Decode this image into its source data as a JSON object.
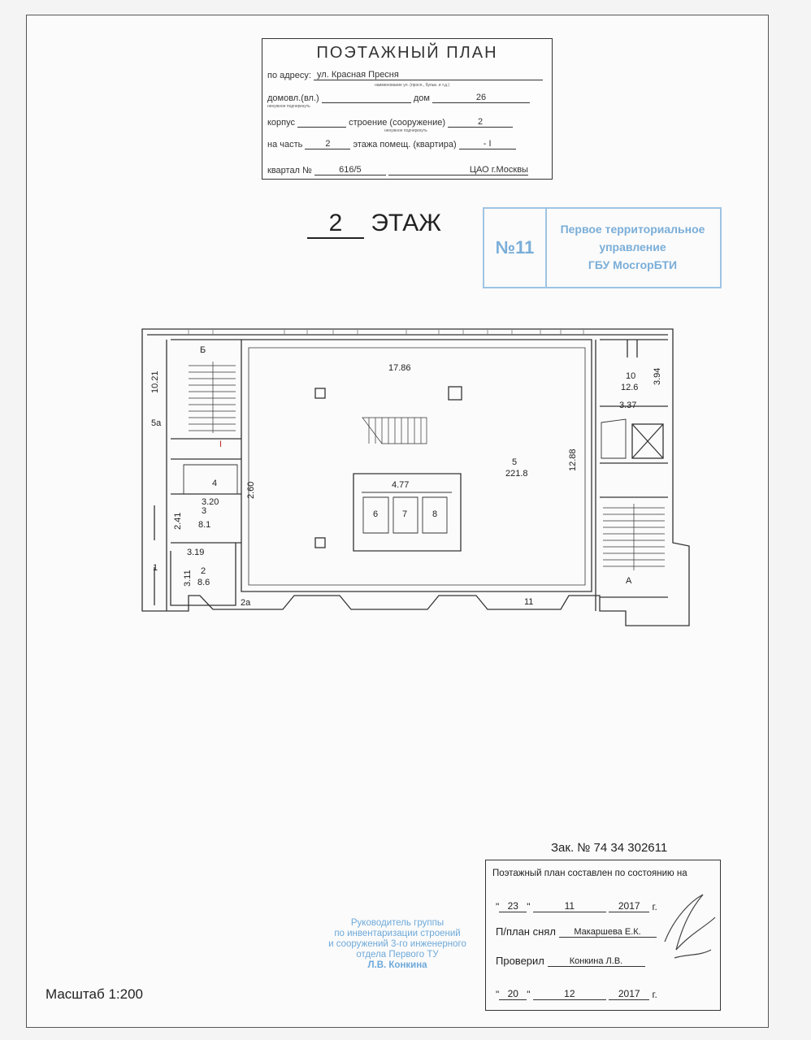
{
  "title_block": {
    "title": "ПОЭТАЖНЫЙ ПЛАН",
    "address_label": "по адресу:",
    "address_value": "ул. Красная Пресня",
    "address_hint": "наименование ул. (просп., бульв. и т.д.)",
    "domovl_label": "домовл.(вл.)",
    "domovl_hint": "ненужное подчеркнуть",
    "dom_label": "дом",
    "dom_value": "26",
    "korpus_label": "корпус",
    "stroenie_label": "строение (сооружение)",
    "stroenie_value": "2",
    "stroenie_hint": "ненужное подчеркнуть",
    "part_label": "на часть",
    "part_value": "2",
    "floor_premises_label": "этажа помещ. (квартира)",
    "floor_premises_value": "- I",
    "kvartal_label": "квартал №",
    "kvartal_value": "616/5",
    "district": "ЦАО г.Москвы"
  },
  "floor_heading": {
    "number": "2",
    "label": "ЭТАЖ"
  },
  "stamp": {
    "number": "№11",
    "line1": "Первое территориальное",
    "line2": "управление",
    "line3": "ГБУ МосгорБТИ"
  },
  "plan": {
    "labels": {
      "room_5_len": "17.86",
      "room_5_num": "5",
      "room_5_area": "221.8",
      "room_5_h": "12.88",
      "inner_len": "4.77",
      "r6": "6",
      "r7": "7",
      "r8": "8",
      "stair_b": "Б",
      "stair_a": "А",
      "dim_1021": "10.21",
      "r5a": "5а",
      "mark_I": "I",
      "r4": "4",
      "dim_320": "3.20",
      "dim_260": "2.60",
      "r3": "3",
      "r3_area": "8.1",
      "dim_241": "2.41",
      "dim_319": "3.19",
      "r1": "1",
      "dim_311": "3.11",
      "r2": "2",
      "r2_area": "8.6",
      "r2a": "2а",
      "r11": "11",
      "r10": "10",
      "r10_area": "12.6",
      "dim_394": "3.94",
      "dim_337": "3.37"
    }
  },
  "order": "Зак. № 74 34 302611",
  "signoff": {
    "header": "Поэтажный план составлен по состоянию на",
    "date1_day": "23",
    "date1_month": "11",
    "date1_year": "2017",
    "date_suffix": "г.",
    "taken_label": "П/план снял",
    "taken_name": "Макаршева Е.К.",
    "checked_label": "Проверил",
    "checked_name": "Конкина Л.В.",
    "date2_day": "20",
    "date2_month": "12",
    "date2_year": "2017"
  },
  "blue_signature": {
    "line1": "Руководитель группы",
    "line2": "по инвентаризации строений",
    "line3": "и сооружений 3-го инженерного",
    "line4": "отдела Первого ТУ",
    "line5": "Л.В. Конкина"
  },
  "scale": "Масштаб 1:200"
}
